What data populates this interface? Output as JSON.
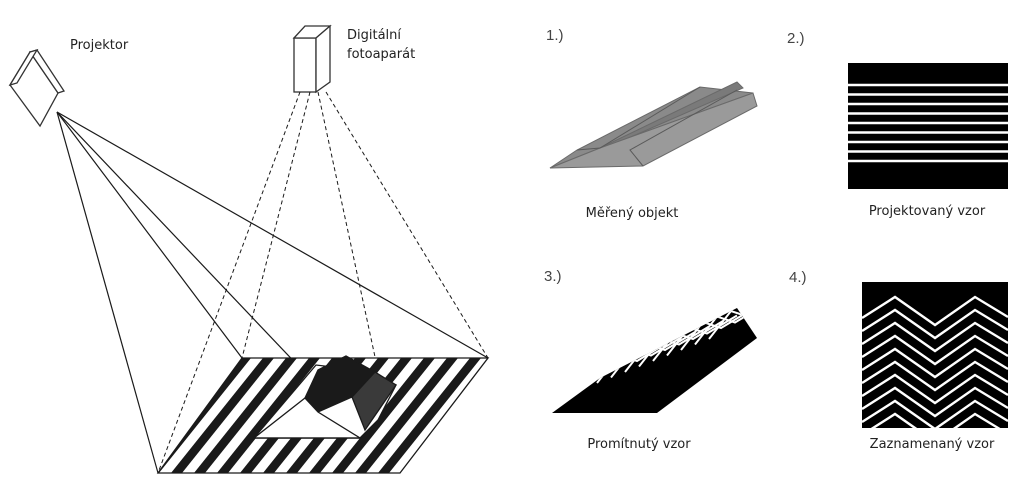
{
  "setup": {
    "projector_label": "Projektor",
    "camera_label_line1": "Digitální",
    "camera_label_line2": "fotoaparát"
  },
  "panels": [
    {
      "number": "1.)",
      "caption": "Měřený objekt"
    },
    {
      "number": "2.)",
      "caption": "Projektovaný vzor"
    },
    {
      "number": "3.)",
      "caption": "Promítnutý vzor"
    },
    {
      "number": "4.)",
      "caption": "Zaznamenaný vzor"
    }
  ],
  "colors": {
    "ink": "#1a1a1a",
    "object_gray": "#8a8a8a",
    "background": "#ffffff"
  }
}
